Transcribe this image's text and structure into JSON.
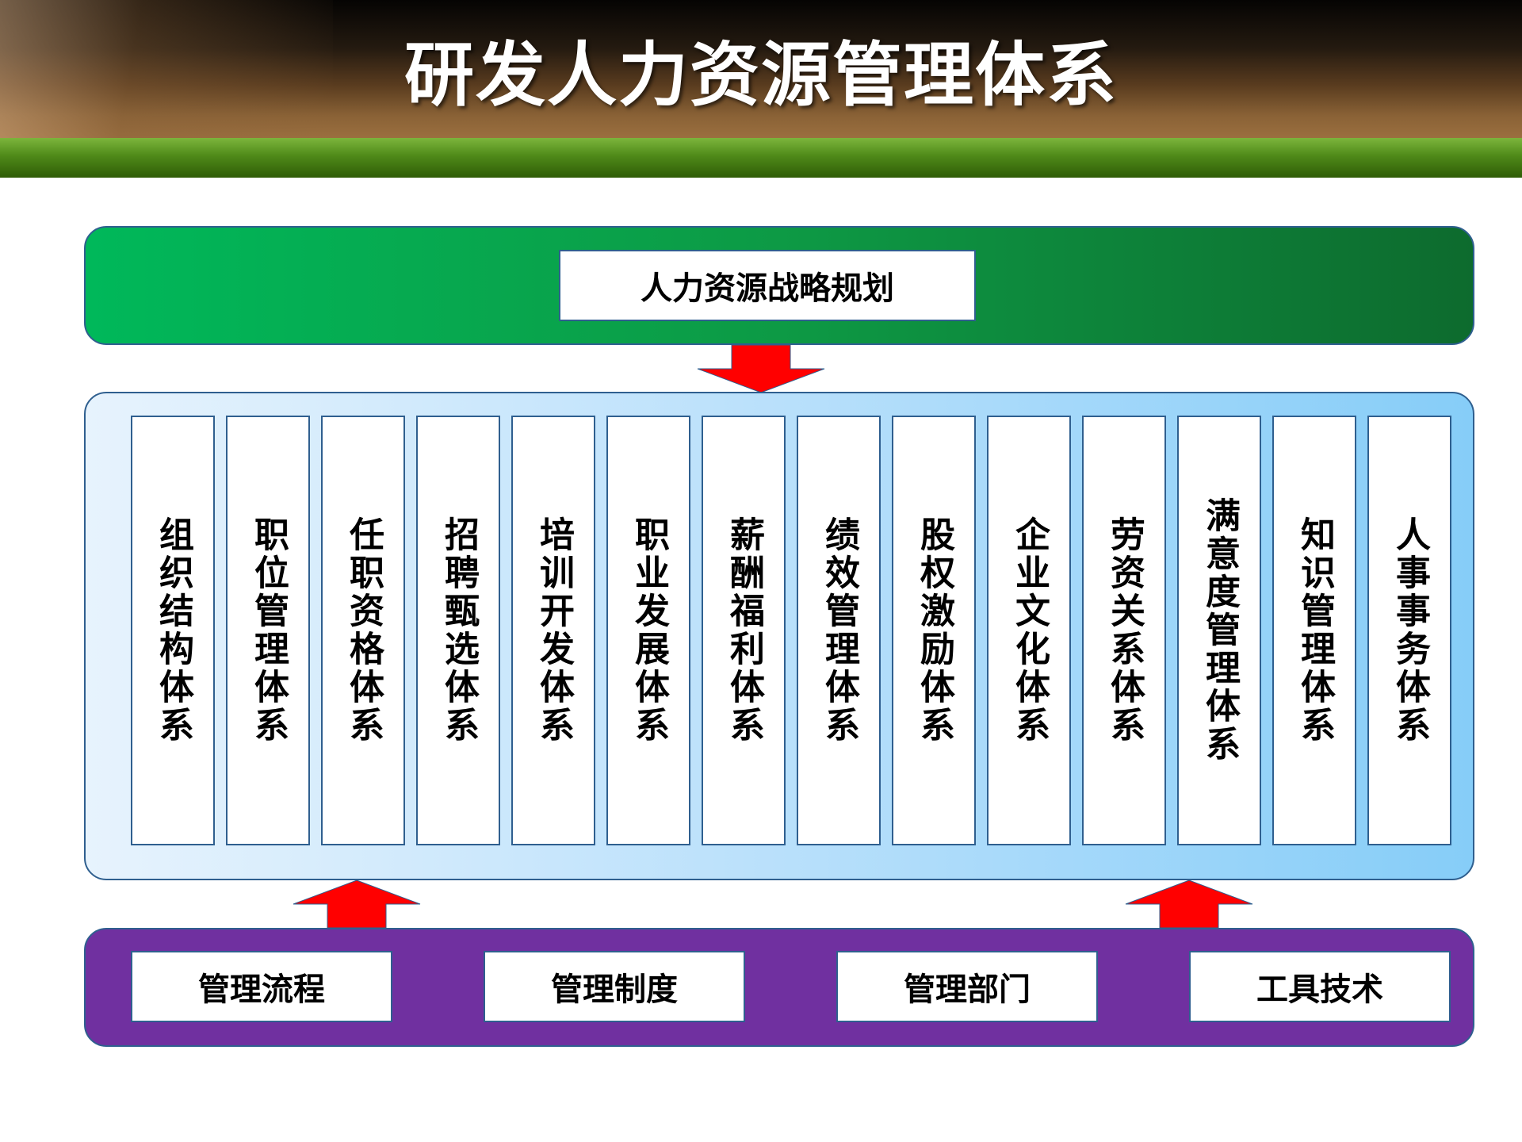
{
  "page": {
    "title": "研发人力资源管理体系"
  },
  "strategy": {
    "label": "人力资源战略规划"
  },
  "systems": [
    "组织结构体系",
    "职位管理体系",
    "任职资格体系",
    "招聘甄选体系",
    "培训开发体系",
    "职业发展体系",
    "薪酬福利体系",
    "绩效管理体系",
    "股权激励体系",
    "企业文化体系",
    "劳资关系体系",
    "满意度管理体系",
    "知识管理体系",
    "人事事务体系"
  ],
  "foundations": [
    "管理流程",
    "管理制度",
    "管理部门",
    "工具技术"
  ],
  "colors": {
    "strategy_band": "#00b050",
    "systems_band": "#9dd7fa",
    "foundation_band": "#7030a0",
    "arrow": "#ff0000",
    "box_border": "#2f5f8f"
  }
}
